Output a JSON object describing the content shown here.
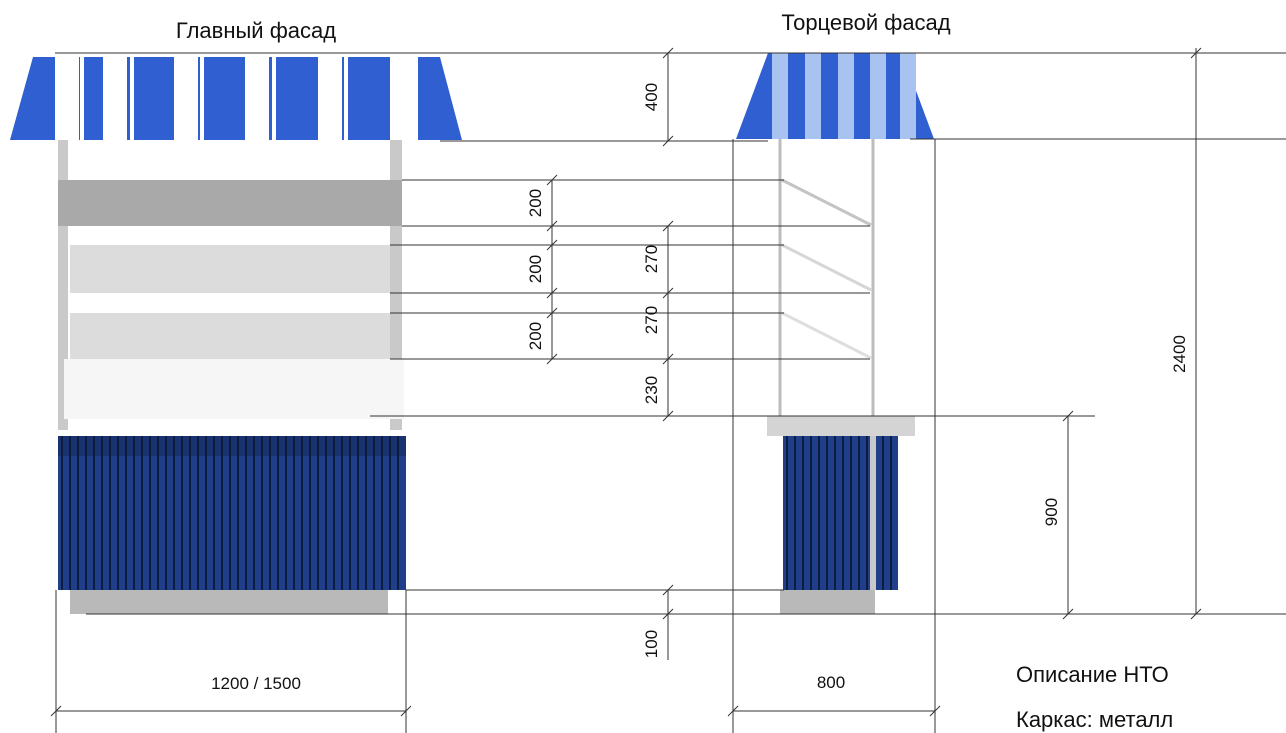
{
  "titles": {
    "main_facade": "Главный фасад",
    "end_facade": "Торцевой фасад"
  },
  "dimensions": {
    "awning_height": "400",
    "shelf_1": "200",
    "shelf_2": "200",
    "shelf_3": "200",
    "frame_270_a": "270",
    "frame_270_b": "270",
    "frame_230": "230",
    "base_height": "100",
    "counter_height": "900",
    "total_height": "2400",
    "main_width": "1200 / 1500",
    "end_width": "800"
  },
  "description": {
    "heading": "Описание НТО",
    "frame": "Каркас: металл"
  },
  "colors": {
    "stripe_dark": "#2f5fd0",
    "stripe_light": "#ffffff",
    "end_stripe_light": "#a8c3f0",
    "counter_panel": "#1f3f8a",
    "counter_line": "#0d1c3f",
    "shelf_dark": "#a9a9a9",
    "shelf_light": "#dcdcdc",
    "base": "#b9b9b9"
  }
}
